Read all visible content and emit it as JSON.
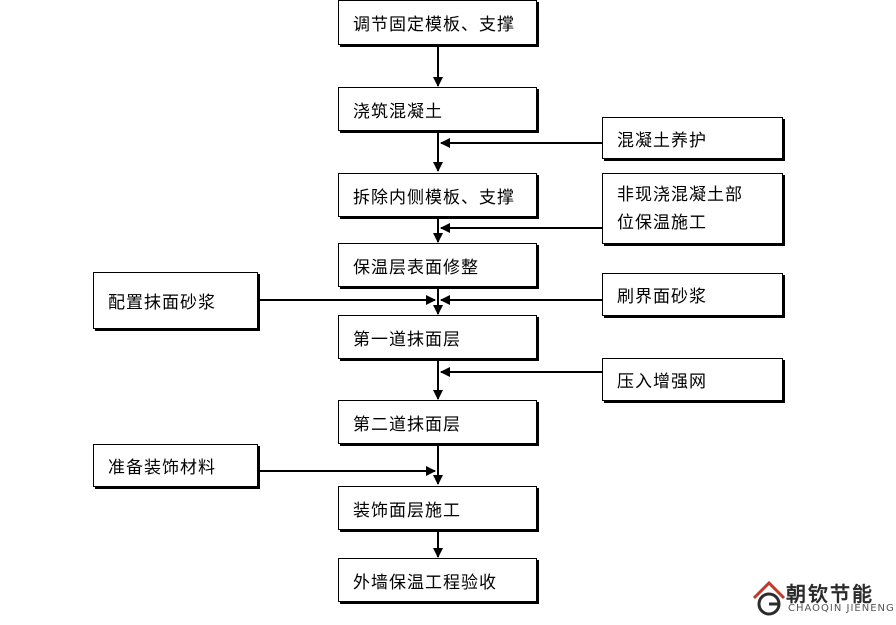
{
  "flow_main": [
    "调节固定模板、支撑",
    "浇筑混凝土",
    "拆除内侧模板、支撑",
    "保温层表面修整",
    "第一道抹面层",
    "第二道抹面层",
    "装饰面层施工",
    "外墙保温工程验收"
  ],
  "flow_right": [
    "混凝土养护",
    "非现浇混凝土部",
    "位保温施工",
    "刷界面砂浆",
    "压入增强网"
  ],
  "flow_left": [
    "配置抹面砂浆",
    "准备装饰材料"
  ],
  "logo": {
    "name": "朝钦节能",
    "pinyin": "CHAOQIN JIENENG"
  }
}
